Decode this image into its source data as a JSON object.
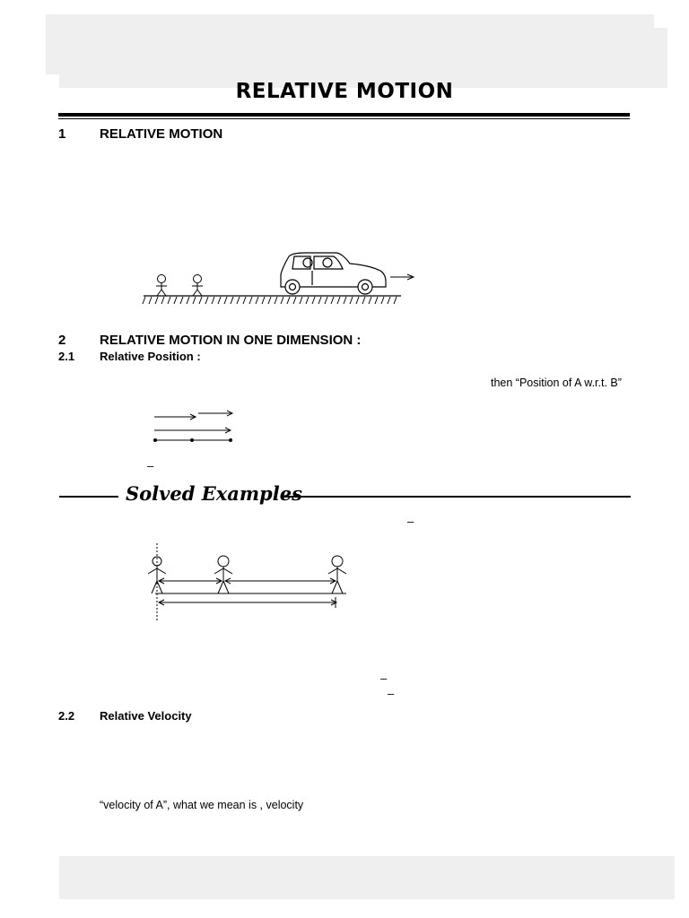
{
  "page_title": "RELATIVE MOTION",
  "sections": {
    "s1": {
      "number": "1",
      "title": "RELATIVE MOTION"
    },
    "s2": {
      "number": "2",
      "title": "RELATIVE MOTION IN ONE DIMENSION :"
    },
    "s2_1": {
      "number": "2.1",
      "title": "Relative Position :"
    },
    "s2_2": {
      "number": "2.2",
      "title": "Relative Velocity"
    }
  },
  "text": {
    "position_wrt": "then “Position of A w.r.t. B”",
    "velocity_line": "“velocity of A”, what we mean is , velocity",
    "dash": "–"
  },
  "solved_examples_heading": "Solved Examples",
  "colors": {
    "text": "#000000",
    "header_band": "#efefef"
  }
}
